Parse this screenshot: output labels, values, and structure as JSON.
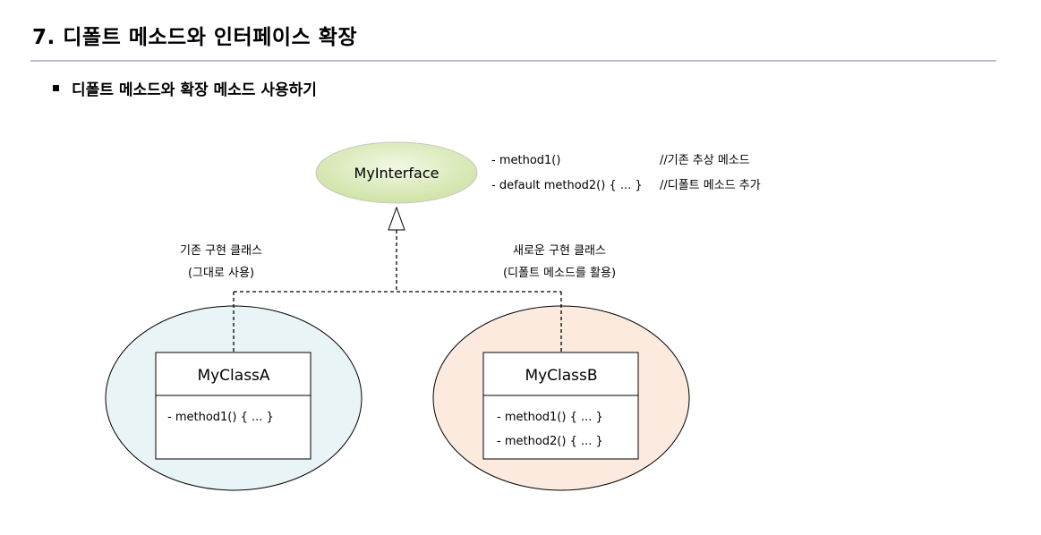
{
  "heading": "7. 디폴트 메소드와 인터페이스 확장",
  "subheading": "디폴트 메소드와 확장 메소드 사용하기",
  "interface": {
    "name": "MyInterface",
    "members": [
      "- method1()",
      "- default method2() { ... }"
    ],
    "comments": [
      "//기존 추상 메소드",
      "//디폴트 메소드 추가"
    ]
  },
  "left_label": [
    "기존 구현 클래스",
    "(그대로 사용)"
  ],
  "right_label": [
    "새로운 구현 클래스",
    "(디폴트 메소드를 활용)"
  ],
  "class_a": {
    "name": "MyClassA",
    "members": [
      "- method1() { ... }"
    ]
  },
  "class_b": {
    "name": "MyClassB",
    "members": [
      "- method1() { ... }",
      "- method2() { ... }"
    ]
  },
  "colors": {
    "interface_fill": "#d8eab6",
    "class_a_fill": "#e8f4f6",
    "class_b_fill": "#fbeadd",
    "rule": "#b8bfd6"
  }
}
